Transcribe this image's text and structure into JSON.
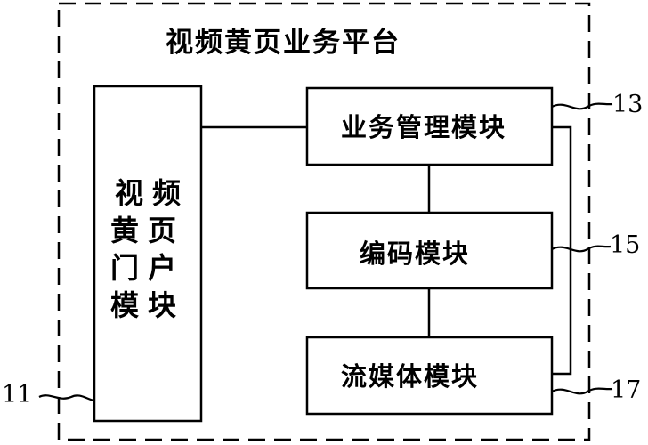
{
  "platform": {
    "title": "视频黄页业务平台"
  },
  "modules": {
    "portal": "视频黄页门户模块",
    "business": "业务管理模块",
    "encoding": "编码模块",
    "streaming": "流媒体模块"
  },
  "refs": {
    "r11": "11",
    "r13": "13",
    "r15": "15",
    "r17": "17"
  },
  "colors": {
    "line": "#000000",
    "background": "#ffffff"
  }
}
